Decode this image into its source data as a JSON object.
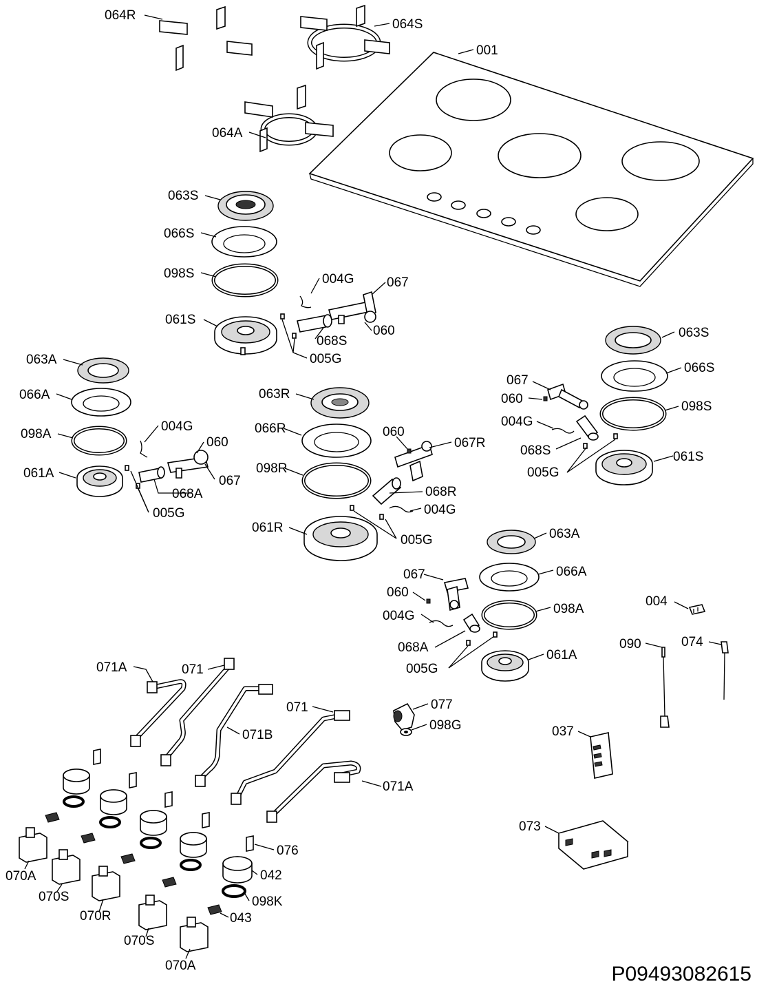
{
  "drawing_number": "P09493082615",
  "labels": [
    {
      "id": "064R",
      "text": "064R"
    },
    {
      "id": "064S",
      "text": "064S"
    },
    {
      "id": "001",
      "text": "001"
    },
    {
      "id": "064A",
      "text": "064A"
    },
    {
      "id": "063S-a",
      "text": "063S"
    },
    {
      "id": "066S-a",
      "text": "066S"
    },
    {
      "id": "098S-a",
      "text": "098S"
    },
    {
      "id": "004G-a",
      "text": "004G"
    },
    {
      "id": "067-a",
      "text": "067"
    },
    {
      "id": "061S-a",
      "text": "061S"
    },
    {
      "id": "060-a",
      "text": "060"
    },
    {
      "id": "068S-a",
      "text": "068S"
    },
    {
      "id": "005G-a",
      "text": "005G"
    },
    {
      "id": "063A-a",
      "text": "063A"
    },
    {
      "id": "066A-a",
      "text": "066A"
    },
    {
      "id": "098A-a",
      "text": "098A"
    },
    {
      "id": "004G-b",
      "text": "004G"
    },
    {
      "id": "060-b",
      "text": "060"
    },
    {
      "id": "061A-a",
      "text": "061A"
    },
    {
      "id": "067-b",
      "text": "067"
    },
    {
      "id": "068A-a",
      "text": "068A"
    },
    {
      "id": "005G-b",
      "text": "005G"
    },
    {
      "id": "063R",
      "text": "063R"
    },
    {
      "id": "066R",
      "text": "066R"
    },
    {
      "id": "060-c",
      "text": "060"
    },
    {
      "id": "067R",
      "text": "067R"
    },
    {
      "id": "098R",
      "text": "098R"
    },
    {
      "id": "068R",
      "text": "068R"
    },
    {
      "id": "004G-c",
      "text": "004G"
    },
    {
      "id": "061R",
      "text": "061R"
    },
    {
      "id": "005G-c",
      "text": "005G"
    },
    {
      "id": "063S-b",
      "text": "063S"
    },
    {
      "id": "067-c",
      "text": "067"
    },
    {
      "id": "066S-b",
      "text": "066S"
    },
    {
      "id": "060-d",
      "text": "060"
    },
    {
      "id": "098S-b",
      "text": "098S"
    },
    {
      "id": "004G-d",
      "text": "004G"
    },
    {
      "id": "068S-b",
      "text": "068S"
    },
    {
      "id": "061S-b",
      "text": "061S"
    },
    {
      "id": "005G-d",
      "text": "005G"
    },
    {
      "id": "063A-b",
      "text": "063A"
    },
    {
      "id": "067-d",
      "text": "067"
    },
    {
      "id": "066A-b",
      "text": "066A"
    },
    {
      "id": "060-e",
      "text": "060"
    },
    {
      "id": "098A-b",
      "text": "098A"
    },
    {
      "id": "004G-e",
      "text": "004G"
    },
    {
      "id": "004",
      "text": "004"
    },
    {
      "id": "068A-b",
      "text": "068A"
    },
    {
      "id": "090",
      "text": "090"
    },
    {
      "id": "074",
      "text": "074"
    },
    {
      "id": "005G-e",
      "text": "005G"
    },
    {
      "id": "061A-b",
      "text": "061A"
    },
    {
      "id": "071A-a",
      "text": "071A"
    },
    {
      "id": "071-a",
      "text": "071"
    },
    {
      "id": "071-b",
      "text": "071"
    },
    {
      "id": "077",
      "text": "077"
    },
    {
      "id": "098G",
      "text": "098G"
    },
    {
      "id": "071B",
      "text": "071B"
    },
    {
      "id": "037",
      "text": "037"
    },
    {
      "id": "071A-b",
      "text": "071A"
    },
    {
      "id": "073",
      "text": "073"
    },
    {
      "id": "076",
      "text": "076"
    },
    {
      "id": "070A-a",
      "text": "070A"
    },
    {
      "id": "042",
      "text": "042"
    },
    {
      "id": "070S-a",
      "text": "070S"
    },
    {
      "id": "098K",
      "text": "098K"
    },
    {
      "id": "070R",
      "text": "070R"
    },
    {
      "id": "043",
      "text": "043"
    },
    {
      "id": "070S-b",
      "text": "070S"
    },
    {
      "id": "070A-b",
      "text": "070A"
    }
  ]
}
